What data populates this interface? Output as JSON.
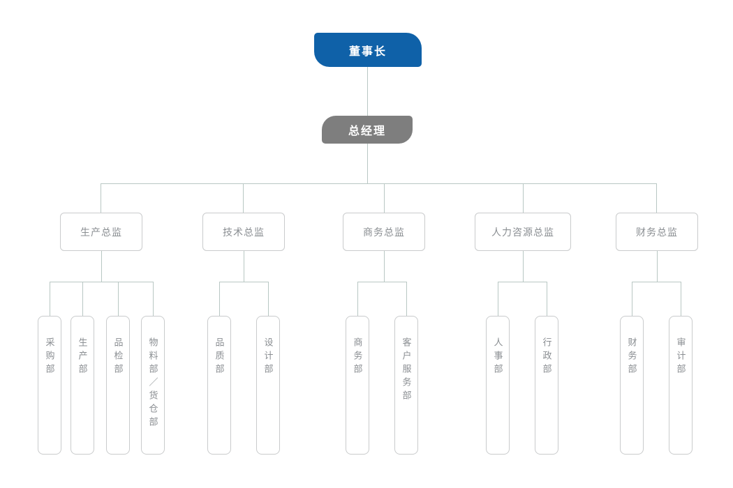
{
  "org": {
    "root": {
      "label": "董事长"
    },
    "gm": {
      "label": "总经理"
    },
    "groups": [
      {
        "director": "生产总监",
        "departments": [
          "采购部",
          "生产部",
          "品检部",
          "物料部／货仓部"
        ]
      },
      {
        "director": "技术总监",
        "departments": [
          "品质部",
          "设计部"
        ]
      },
      {
        "director": "商务总监",
        "departments": [
          "商务部",
          "客户服务部"
        ]
      },
      {
        "director": "人力咨源总监",
        "departments": [
          "人事部",
          "行政部"
        ]
      },
      {
        "director": "财务总监",
        "departments": [
          "财务部",
          "审计部"
        ]
      }
    ],
    "colors": {
      "root_bg": "#0f61a8",
      "gm_bg": "#7e7e7e",
      "line": "#b8c7c3",
      "box_border": "#c9cbcc",
      "box_text": "#8a8e92"
    }
  }
}
